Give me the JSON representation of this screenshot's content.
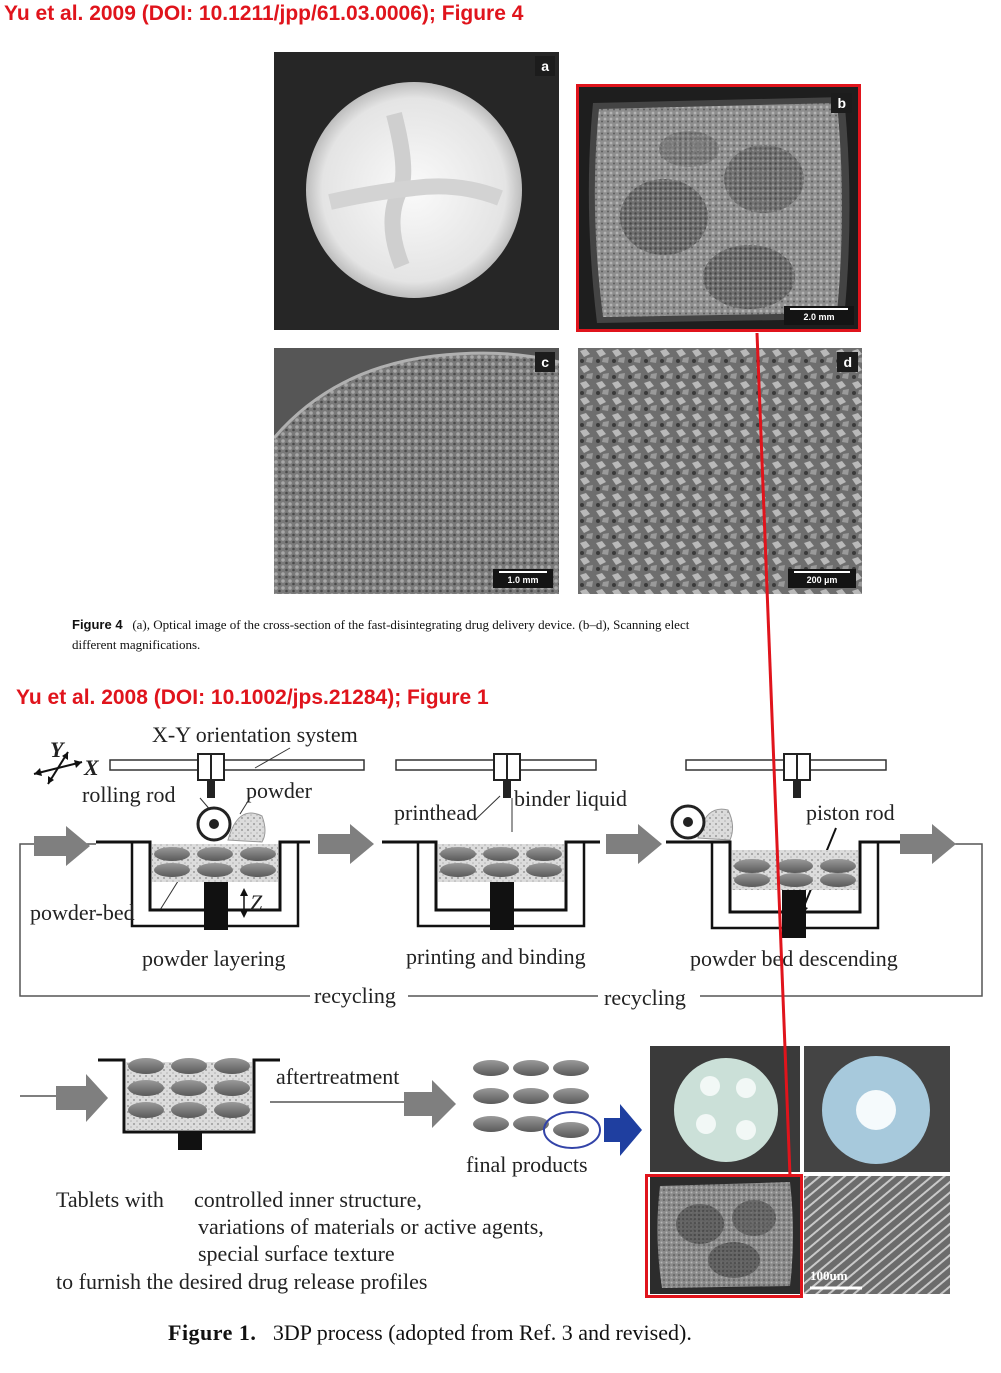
{
  "header_2009": "Yu et al. 2009 (DOI: 10.1211/jpp/61.03.0006); Figure 4",
  "header_2008": "Yu et al. 2008 (DOI: 10.1002/jps.21284); Figure 1",
  "figure4": {
    "panels": {
      "a": "a",
      "b": "b",
      "c": "c",
      "d": "d"
    },
    "scalebars": {
      "b": "2.0 mm",
      "c": "1.0 mm",
      "d": "200 µm"
    },
    "caption_label": "Figure 4",
    "caption_line1": "(a), Optical image of the cross-section of the fast-disintegrating drug delivery device. (b–d), Scanning elect",
    "caption_line2": "different magnifications."
  },
  "figure1": {
    "labels": {
      "axis_y": "Y",
      "axis_x": "X",
      "xy_system": "X-Y orientation system",
      "rolling_rod": "rolling rod",
      "powder": "powder",
      "printhead": "printhead",
      "binder_liquid": "binder liquid",
      "piston_rod": "piston  rod",
      "powder_bed": "powder-bed",
      "z": "Z",
      "step1": "powder layering",
      "step2": "printing and binding",
      "step3": "powder bed descending",
      "recycling_1": "recycling",
      "recycling_2": "recycling",
      "aftertreatment": "aftertreatment",
      "final_products": "final products",
      "tablets_with": "Tablets with",
      "bullet1": "controlled inner structure,",
      "bullet2": "variations of materials or active agents,",
      "bullet3": "special surface texture",
      "bullet4": "to furnish the desired drug release profiles",
      "scale_100um": "100um"
    },
    "caption_label": "Figure 1.",
    "caption_text": "3DP process (adopted from Ref. 3 and revised)."
  },
  "colors": {
    "highlight_red": "#e0141c",
    "arrow_gray": "#7f7f7f",
    "arrow_blue": "#1f3fa0"
  }
}
